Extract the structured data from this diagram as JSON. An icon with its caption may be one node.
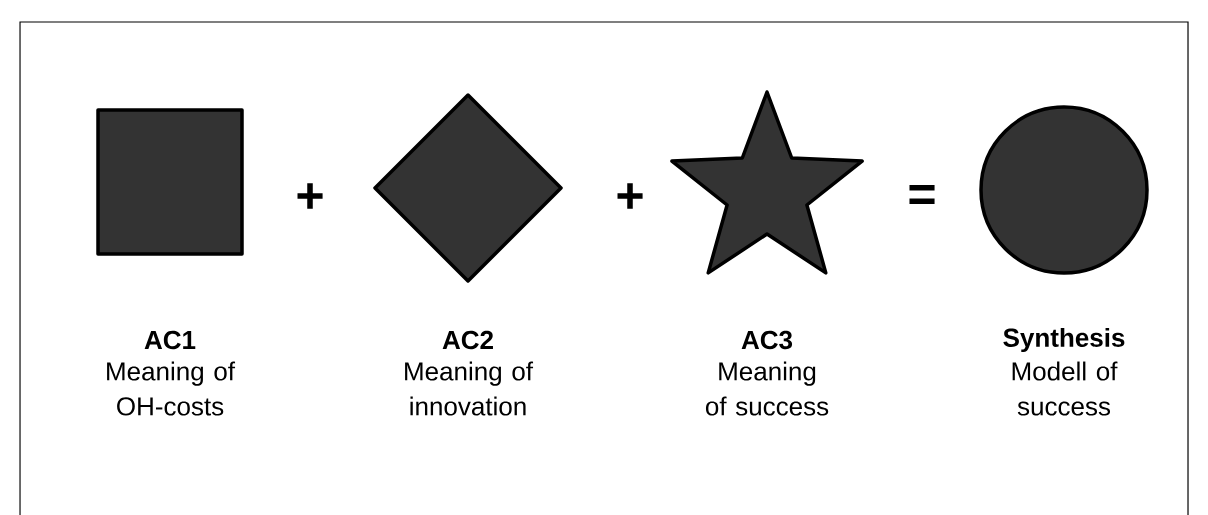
{
  "diagram": {
    "nodes": [
      {
        "text": [
          "AC1",
          "Meaning of OH-costs"
        ]
      },
      {
        "text": [
          "AC2",
          "Meaning of innovation"
        ]
      },
      {
        "text": [
          "AC3",
          "Meaning of success"
        ]
      },
      {
        "text": [
          "Synthesis",
          "Modell of success"
        ]
      }
    ],
    "labels": [
      "+",
      "+",
      "="
    ]
  }
}
